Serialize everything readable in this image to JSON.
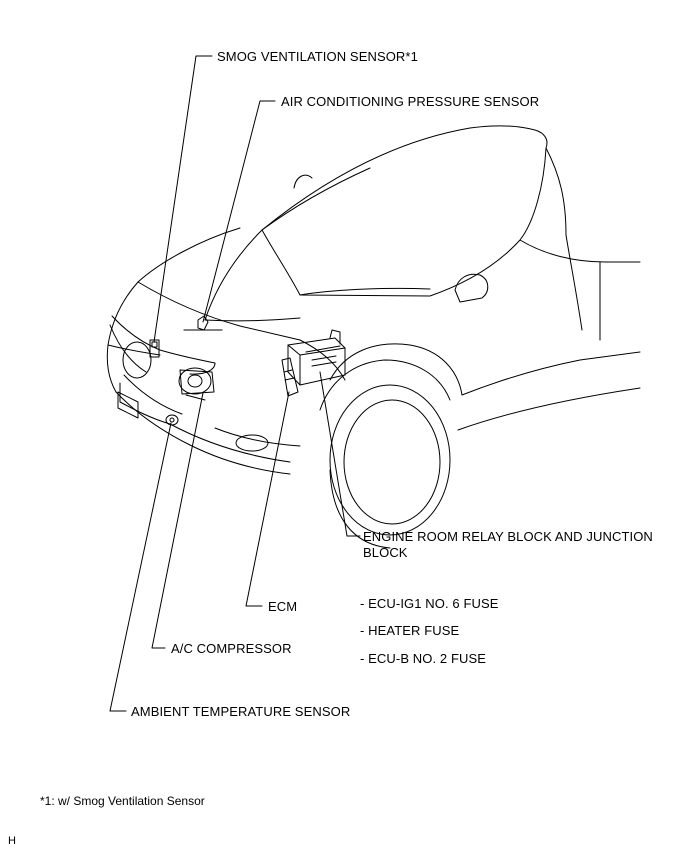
{
  "labels": {
    "smog_sensor": "SMOG VENTILATION SENSOR*1",
    "ac_pressure_sensor": "AIR CONDITIONING PRESSURE SENSOR",
    "relay_block": "ENGINE ROOM RELAY BLOCK AND JUNCTION BLOCK",
    "ecm": "ECM",
    "ac_compressor": "A/C COMPRESSOR",
    "ambient_sensor": "AMBIENT TEMPERATURE SENSOR"
  },
  "fuses": [
    "- ECU-IG1 NO. 6 FUSE",
    "- HEATER FUSE",
    "- ECU-B NO. 2 FUSE"
  ],
  "footnote": "*1: w/ Smog Ventilation Sensor",
  "corner_mark": "H",
  "colors": {
    "line": "#000000",
    "background": "#ffffff"
  }
}
